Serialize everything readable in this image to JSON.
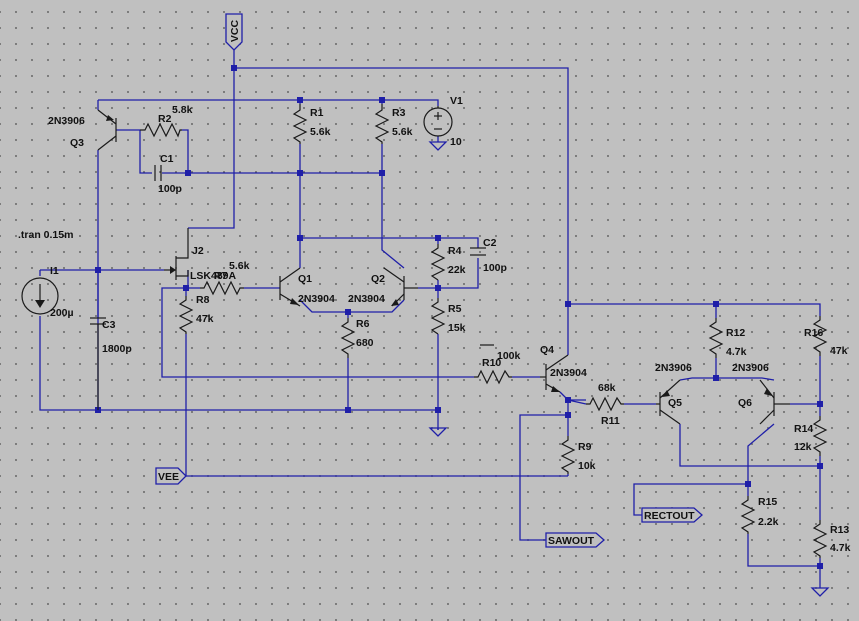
{
  "directive": ".tran 0.15m",
  "nets": {
    "vcc": "VCC",
    "vee": "VEE",
    "sawout": "SAWOUT",
    "rectout": "RECTOUT"
  },
  "components": {
    "Q3": {
      "name": "Q3",
      "model": "2N3906"
    },
    "R2": {
      "name": "R2",
      "value": "5.8k"
    },
    "C1": {
      "name": "C1",
      "value": "100p"
    },
    "R1": {
      "name": "R1",
      "value": "5.6k"
    },
    "R3": {
      "name": "R3",
      "value": "5.6k"
    },
    "V1": {
      "name": "V1",
      "value": "10"
    },
    "J2": {
      "name": "J2",
      "model": "LSK489A"
    },
    "R7": {
      "name": "R7",
      "value": "5.6k"
    },
    "R8": {
      "name": "R8",
      "value": "47k"
    },
    "I1": {
      "name": "I1",
      "value": "200µ"
    },
    "C3": {
      "name": "C3",
      "value": "1800p"
    },
    "Q1": {
      "name": "Q1",
      "model": "2N3904"
    },
    "Q2": {
      "name": "Q2",
      "model": "2N3904"
    },
    "R4": {
      "name": "R4",
      "value": "22k"
    },
    "C2": {
      "name": "C2",
      "value": "100p"
    },
    "R5": {
      "name": "R5",
      "value": "15k"
    },
    "R6": {
      "name": "R6",
      "value": "680"
    },
    "R10": {
      "name": "R10",
      "value": "100k"
    },
    "Q4": {
      "name": "Q4",
      "model": "2N3904"
    },
    "R9": {
      "name": "R9",
      "value": "10k"
    },
    "R11": {
      "name": "R11",
      "value": "68k"
    },
    "Q5": {
      "name": "Q5",
      "model": "2N3906"
    },
    "Q6": {
      "name": "Q6",
      "model": "2N3906"
    },
    "R12": {
      "name": "R12",
      "value": "4.7k"
    },
    "R16": {
      "name": "R16",
      "value": "47k"
    },
    "R14": {
      "name": "R14",
      "value": "12k"
    },
    "R15": {
      "name": "R15",
      "value": "2.2k"
    },
    "R13": {
      "name": "R13",
      "value": "4.7k"
    }
  },
  "colors": {
    "background": "#c0c0c0",
    "wire": "#1f1fa8",
    "component": "#1a1a1a"
  }
}
